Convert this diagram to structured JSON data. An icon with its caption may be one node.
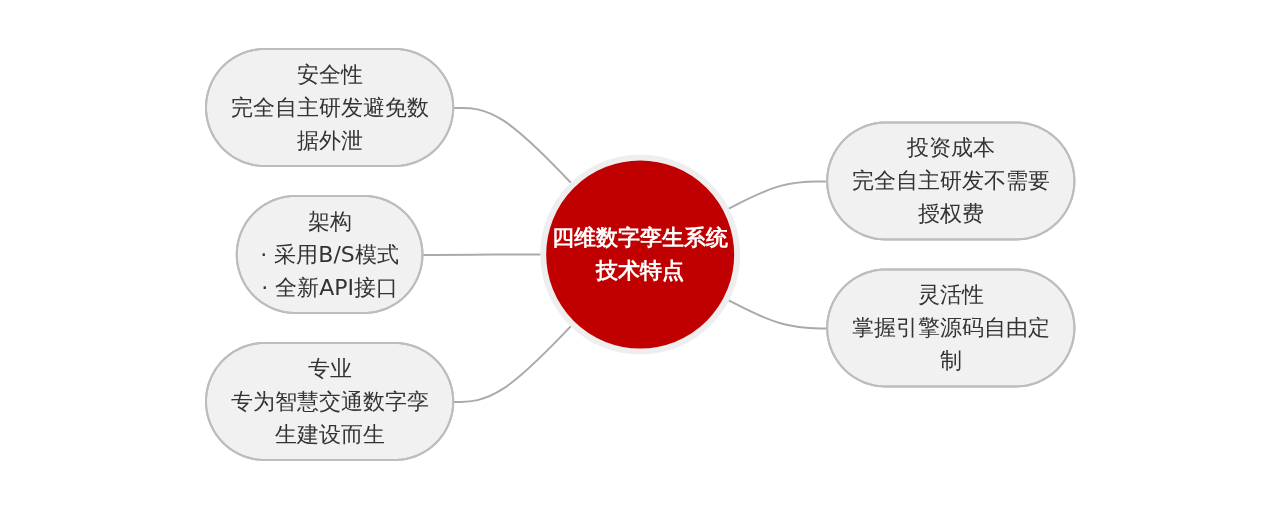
{
  "diagram": {
    "nodes": [
      {
        "text": [
          "安全性",
          "完全自主研发避免数据外泄"
        ]
      },
      {
        "text": [
          "架构",
          "· 采用B/S模式",
          "· 全新API接口"
        ]
      },
      {
        "text": [
          "专业",
          "专为智慧交通数字孪生建设而生"
        ]
      },
      {
        "text": [
          "四维数字孪生系统",
          "技术特点"
        ]
      },
      {
        "text": [
          "投资成本",
          "完全自主研发不需要授权费"
        ]
      },
      {
        "text": [
          "灵活性",
          "掌握引擎源码自由定制"
        ]
      }
    ],
    "edges": [
      {
        "from": 0,
        "to": 3,
        "arrow": "none"
      },
      {
        "from": 1,
        "to": 3,
        "arrow": "none"
      },
      {
        "from": 2,
        "to": 3,
        "arrow": "none"
      },
      {
        "from": 3,
        "to": 4,
        "arrow": "none"
      },
      {
        "from": 3,
        "to": 5,
        "arrow": "none"
      }
    ]
  }
}
